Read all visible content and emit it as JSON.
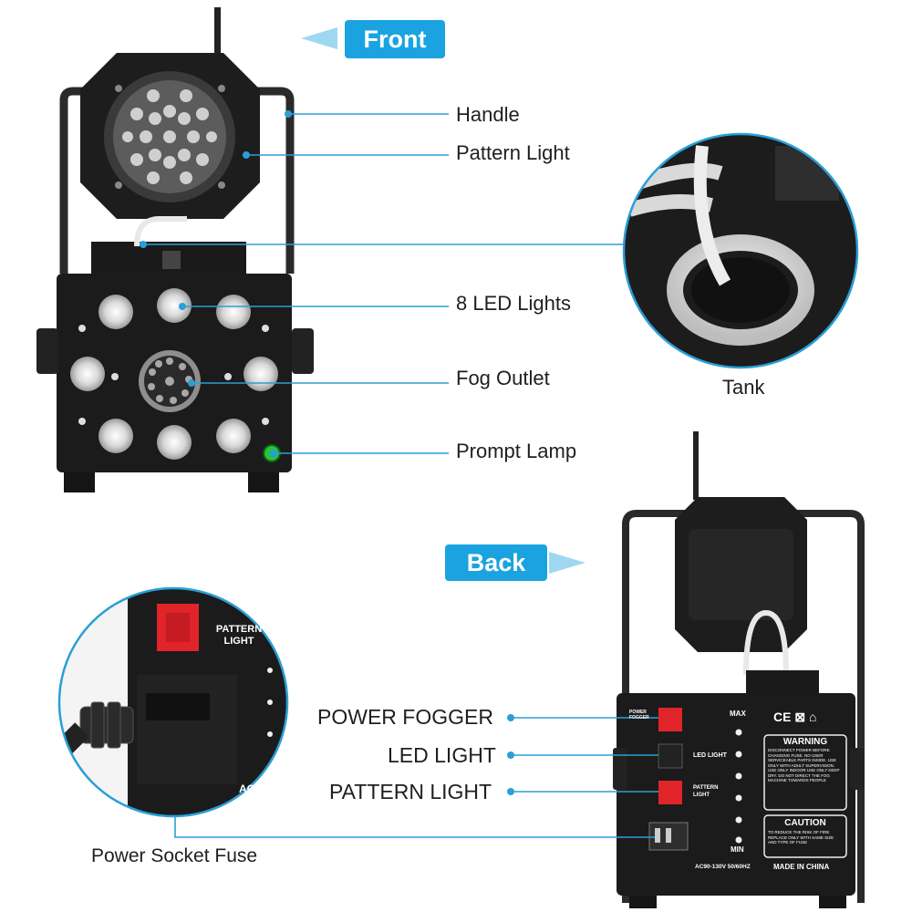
{
  "front": {
    "badge": "Front",
    "labels": {
      "handle": "Handle",
      "pattern_light": "Pattern Light",
      "led_lights": "8 LED Lights",
      "fog_outlet": "Fog Outlet",
      "prompt_lamp": "Prompt Lamp",
      "tank": "Tank"
    }
  },
  "back": {
    "badge": "Back",
    "labels": {
      "power_fogger": "POWER FOGGER",
      "led_light": "LED LIGHT",
      "pattern_light": "PATTERN LIGHT",
      "power_socket_fuse": "Power Socket Fuse"
    },
    "panel": {
      "switch_power": "POWER FOGGER",
      "switch_led": "LED LIGHT",
      "switch_pattern": "PATTERN LIGHT",
      "max": "MAX",
      "min": "MIN",
      "cert_marks": "CE  ⊠  ⌂",
      "warning_title": "WARNING",
      "warning_text": "DISCONNECT POWER BEFORE CHANGING FUSE. NO USER SERVICEABLE PARTS INSIDE. USE ONLY WITH ADULT SUPERVISION. USE ONLY INDOOR USE ONLY KEEP DRY. DO NOT DIRECT THE FOG MACHINE TOWARDS PEOPLE",
      "caution_title": "CAUTION",
      "caution_text": "TO REDUCE THE RISK OF FIRE REPLACE ONLY WITH SAME SIZE AND TYPE OF FUSE",
      "voltage": "AC90-130V 50/60HZ",
      "made_in": "MADE IN CHINA"
    },
    "zoom": {
      "pattern_light_label": "PATTERN LIGHT",
      "ac_text": "AC"
    }
  },
  "colors": {
    "accent": "#1aa3e0",
    "line": "#2a9fd6",
    "body": "#1b1b1b",
    "switch_red": "#e0242a",
    "lamp_green": "#29c23a"
  }
}
